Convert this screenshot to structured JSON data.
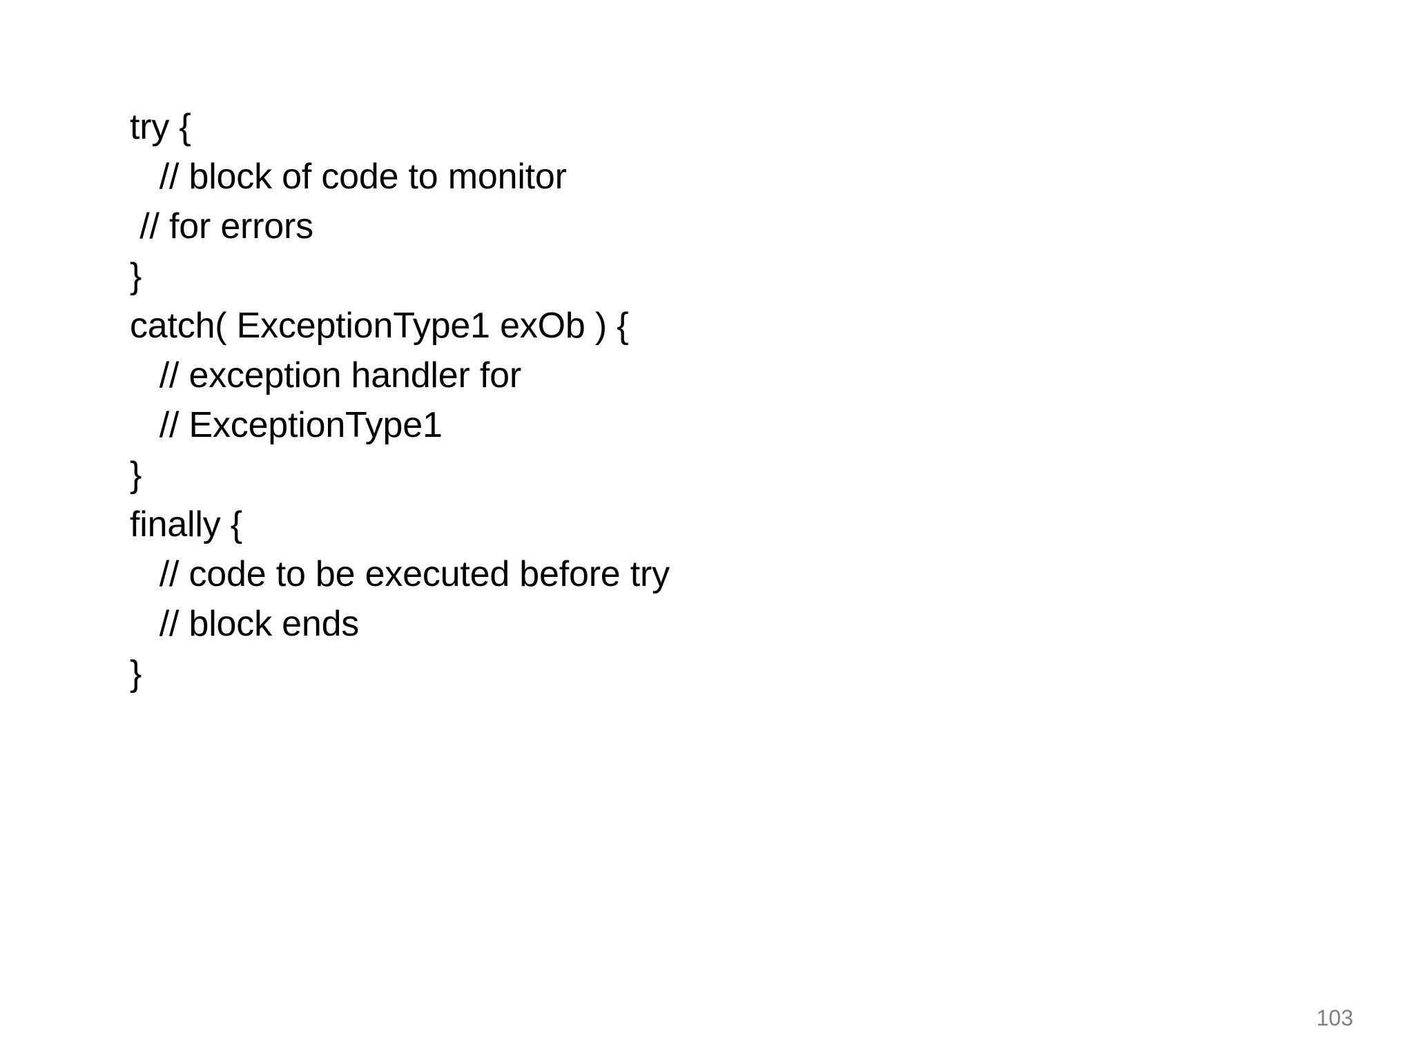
{
  "slide": {
    "background_color": "#ffffff",
    "text_color": "#000000",
    "page_number_color": "#808080",
    "page_number": "103",
    "code": {
      "language": "java",
      "lines": [
        "try {",
        "   // block of code to monitor",
        " // for errors",
        "}",
        "catch( ExceptionType1 exOb ) {",
        "   // exception handler for",
        "   // ExceptionType1",
        "}",
        "finally {",
        "   // code to be executed before try",
        "   // block ends",
        "}"
      ]
    }
  }
}
